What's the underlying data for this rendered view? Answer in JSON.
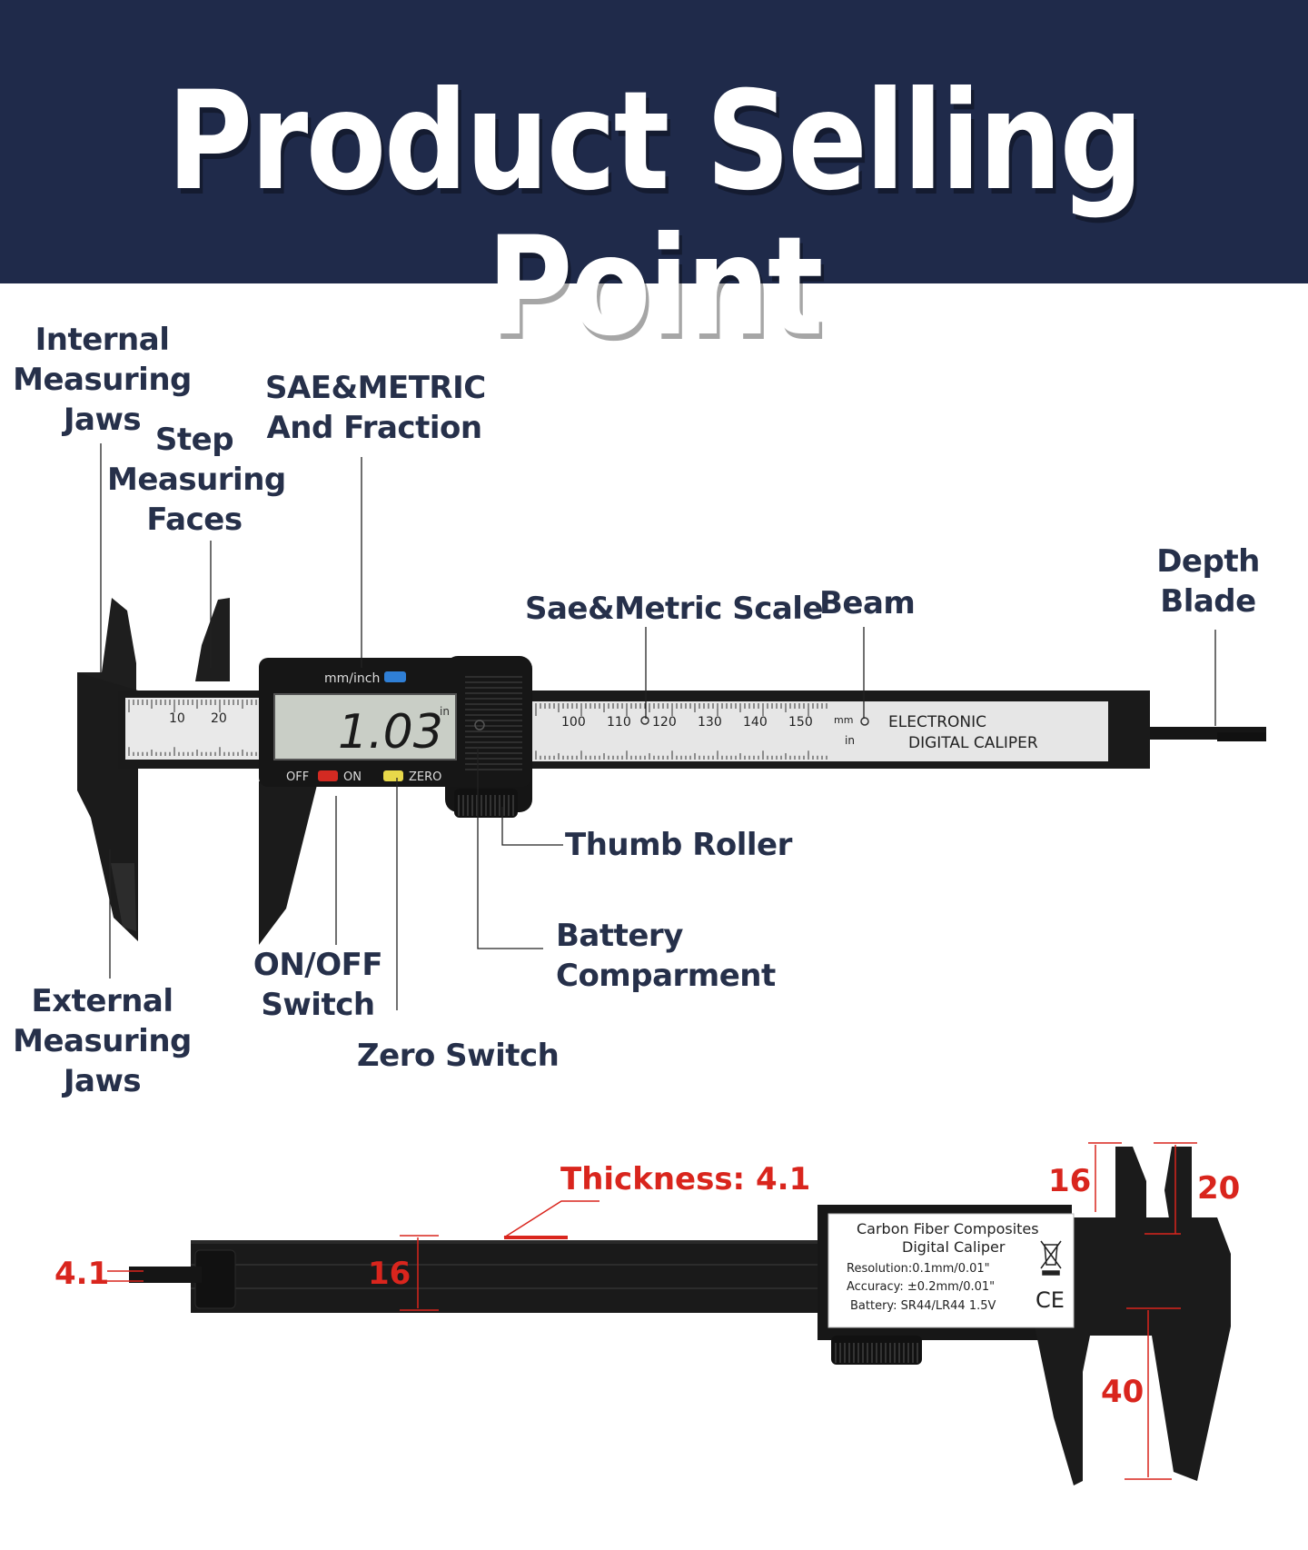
{
  "banner": {
    "title": "Product Selling Point"
  },
  "labels": {
    "internal_jaws": [
      "Internal",
      "Measuring",
      "Jaws"
    ],
    "step_faces": [
      "Step",
      "Measuring",
      "Faces"
    ],
    "sae_metric_fraction": [
      "SAE&METRIC",
      "And Fraction"
    ],
    "sae_metric_scale": "Sae&Metric Scale",
    "beam": "Beam",
    "depth_blade": [
      "Depth",
      "Blade"
    ],
    "thumb_roller": "Thumb Roller",
    "battery_compartment": [
      "Battery",
      "Comparment"
    ],
    "on_off_switch": [
      "ON/OFF",
      "Switch"
    ],
    "zero_switch": "Zero Switch",
    "external_jaws": [
      "External",
      "Measuring",
      "Jaws"
    ]
  },
  "caliper": {
    "display_reading": "1.03",
    "display_unit": "in",
    "unit_button": "mm/inch",
    "off_label": "OFF",
    "on_label": "ON",
    "zero_label": "ZERO",
    "brand_line1": "ELECTRONIC",
    "brand_line2": "DIGITAL CALIPER",
    "scale_mm_label": "mm",
    "scale_in_label": "in",
    "scale_numbers_left": [
      "10",
      "20"
    ],
    "scale_numbers_right": [
      "100",
      "110",
      "120",
      "130",
      "140",
      "150"
    ]
  },
  "back_view": {
    "sticker": {
      "line1": "Carbon Fiber Composites",
      "line2": "Digital Caliper",
      "resolution": "Resolution:0.1mm/0.01\"",
      "accuracy": "Accuracy: ±0.2mm/0.01\"",
      "battery": "Battery: SR44/LR44 1.5V",
      "ce_mark": "CE"
    },
    "dimensions": {
      "thickness": "Thickness: 4.1",
      "blade_thickness": "4.1",
      "beam_width": "16",
      "inner_jaw_width": "16",
      "step_jaw_width": "20",
      "outer_jaw_length": "40"
    }
  },
  "colors": {
    "banner": "#1f2a4a",
    "label_text": "#26304a",
    "dimension_red": "#d9251d",
    "caliper_body": "#1c1c1c",
    "lcd": "#c9cec6"
  }
}
